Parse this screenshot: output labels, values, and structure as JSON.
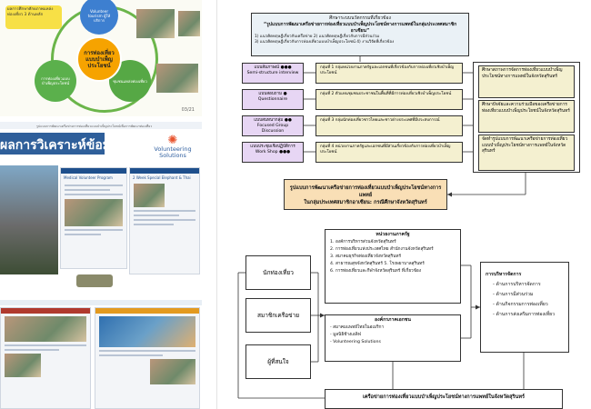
{
  "slide1": {
    "note": "ผลการศึกษาศักยภาพแหล่งท่องเที่ยว 3 ด้านหลัก",
    "center_label": "การท่องเที่ยวแบบบำเพ็ญประโยชน์",
    "top_node": "Volunteer tourism ผู้ให้บริการ",
    "left_node": "การท่องเที่ยวแบบบำเพ็ญประโยชน์",
    "right_node": "ชุมชนแหล่งท่องเที่ยว",
    "page": "03/21"
  },
  "slide2": {
    "bar_text": "รูปแบบการพัฒนาเครือข่ายการท่องเที่ยวแบบบำเพ็ญประโยชน์เพื่อการพัฒนาท่องเที่ยว",
    "title": "ผลการวิเคราะห์ข้อมูล",
    "logo_line1": "Volunteering",
    "logo_line2": "Solutions",
    "shot1_title": "Medical Volunteer Program",
    "shot2_title": "2 Week Special Elephant & Thai"
  },
  "header": {
    "line1": "ศึกษาระบบนวัตกรรมที่เกี่ยวข้อง",
    "line2": "“รูปแบบการพัฒนาเครือข่ายการท่องเที่ยวแบบบำเพ็ญประโยชน์ทางการแพทย์ในกลุ่มประเทศสมาชิกอาเซียน”",
    "line3": "1) แนวคิดทฤษฎีเกี่ยวกับเครือข่าย 2) แนวคิดทฤษฎีเกี่ยวกับการมีส่วนร่วม",
    "line4": "3) แนวคิดทฤษฎีเกี่ยวกับการท่องเที่ยวแบบบำเพ็ญประโยชน์ 4) งานวิจัยที่เกี่ยวข้อง"
  },
  "methods": [
    {
      "label": "แบบสัมภาษณ์ ●●●",
      "sub": "Semi-structure interview"
    },
    {
      "label": "แบบสอบถาม ●",
      "sub": "Questionnaire"
    },
    {
      "label": "แบบสนทนากลุ่ม ●●",
      "sub": "Focused Group Discussion"
    },
    {
      "label": "แบบประชุมเชิงปฏิบัติการ",
      "sub": "Work Shop ●●●"
    }
  ],
  "groups": [
    "กลุ่มที่ 1 กลุ่มหน่วยงานภาครัฐและเอกชนที่เกี่ยวข้องกับการท่องเที่ยวเชิงบำเพ็ญประโยชน์",
    "กลุ่มที่ 2 ตัวแทนชุมชนประชาชนในพื้นที่ที่มีการท่องเที่ยวเชิงบำเพ็ญประโยชน์",
    "กลุ่มที่ 3 กลุ่มนักท่องเที่ยวชาวไทยและชาวต่างประเทศที่มีประสบการณ์",
    "กลุ่มที่ 4 หน่วยงานภาครัฐและเอกชนที่มีส่วนเกี่ยวข้องกับการท่องเที่ยวบำเพ็ญประโยชน์"
  ],
  "results": [
    "ศึกษาสภาพการจัดการท่องเที่ยวแบบบำเพ็ญประโยชน์ทางการแพทย์ในจังหวัดสุรินทร์",
    "ศึกษาปัจจัยและความร่วมมือของเครือข่ายการท่องเที่ยวแบบบำเพ็ญประโยชน์ในจังหวัดสุรินทร์",
    "จัดทำรูปแบบการพัฒนาเครือข่ายการท่องเที่ยวแบบบำเพ็ญประโยชน์ทางการแพทย์ในจังหวัดสุรินทร์"
  ],
  "outcome": {
    "line1": "รูปแบบการพัฒนาเครือข่ายการท่องเที่ยวแบบบำเพ็ญประโยชน์ทางการแพทย์",
    "line2": "ในกลุ่มประเทศสมาชิกอาเซียน: กรณีศึกษาจังหวัดสุรินทร์"
  },
  "stakeholders": [
    "นักท่องเที่ยว",
    "สมาชิกเครือข่าย",
    "ผู้ที่สนใจ"
  ],
  "gov": {
    "title": "หน่วยงานภาครัฐ",
    "items": [
      "1. องค์การบริหารส่วนจังหวัดสุรินทร์",
      "2. การท่องเที่ยวแห่งประเทศไทย สำนักงานจังหวัดสุรินทร์",
      "3. สมาคมธุรกิจท่องเที่ยวจังหวัดสุรินทร์",
      "4. สาธารณสุขจังหวัดสุรินทร์ 5. โรงพยาบาลสุรินทร์",
      "6. การท่องเที่ยวและกีฬาจังหวัดสุรินทร์ ที่เกี่ยวข้อง"
    ]
  },
  "private": {
    "title": "องค์กรภาคเอกชน",
    "items": [
      "- สมาคมแพทย์ไทยในอเมริกา",
      "- มูลนิธิช้างเอลิฟ",
      "- Volunteering Solutions"
    ]
  },
  "mgmt": {
    "title": "การบริหารจัดการ",
    "items": [
      "- ด้านการบริหารจัดการ",
      "- ด้านการมีส่วนร่วม",
      "- ด้านกิจกรรมการท่องเที่ยว",
      "- ด้านการส่งเสริมการท่องเที่ยว"
    ]
  },
  "final": "เครือข่ายการท่องเที่ยวแบบบำเพ็ญประโยชน์ทางการแพทย์ในจังหวัดสุรินทร์"
}
